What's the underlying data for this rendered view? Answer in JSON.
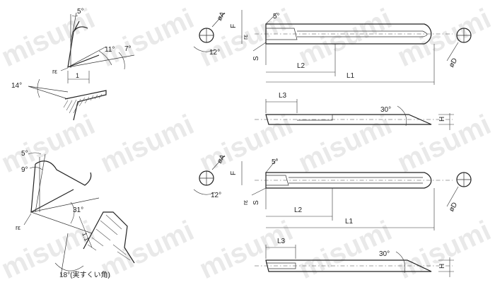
{
  "watermark": "misumi",
  "top_left_detail": {
    "angle_top": "5°",
    "angle_right1": "11°",
    "angle_right2": "7°",
    "angle_left": "14°",
    "radius": "rε",
    "width": "1"
  },
  "bottom_left_detail": {
    "angle_top1": "5°",
    "angle_top2": "9°",
    "angle_mid": "31°",
    "radius": "rε",
    "width": "1.1",
    "note": "18°(実すくい角)"
  },
  "tool_top": {
    "phi_a": "øA",
    "f": "F",
    "angle_5": "5°",
    "angle_12": "12°",
    "r_eps": "rε",
    "s": "S",
    "l1": "L1",
    "l2": "L2",
    "phi_d": "øD",
    "l3": "L3",
    "angle_30": "30°",
    "h": "H"
  },
  "tool_bottom": {
    "phi_a": "øA",
    "f": "F",
    "angle_5": "5°",
    "angle_12": "12°",
    "r_eps": "rε",
    "s": "S",
    "l1": "L1",
    "l2": "L2",
    "phi_d": "øD",
    "l3": "L3",
    "angle_30": "30°",
    "h": "H"
  }
}
